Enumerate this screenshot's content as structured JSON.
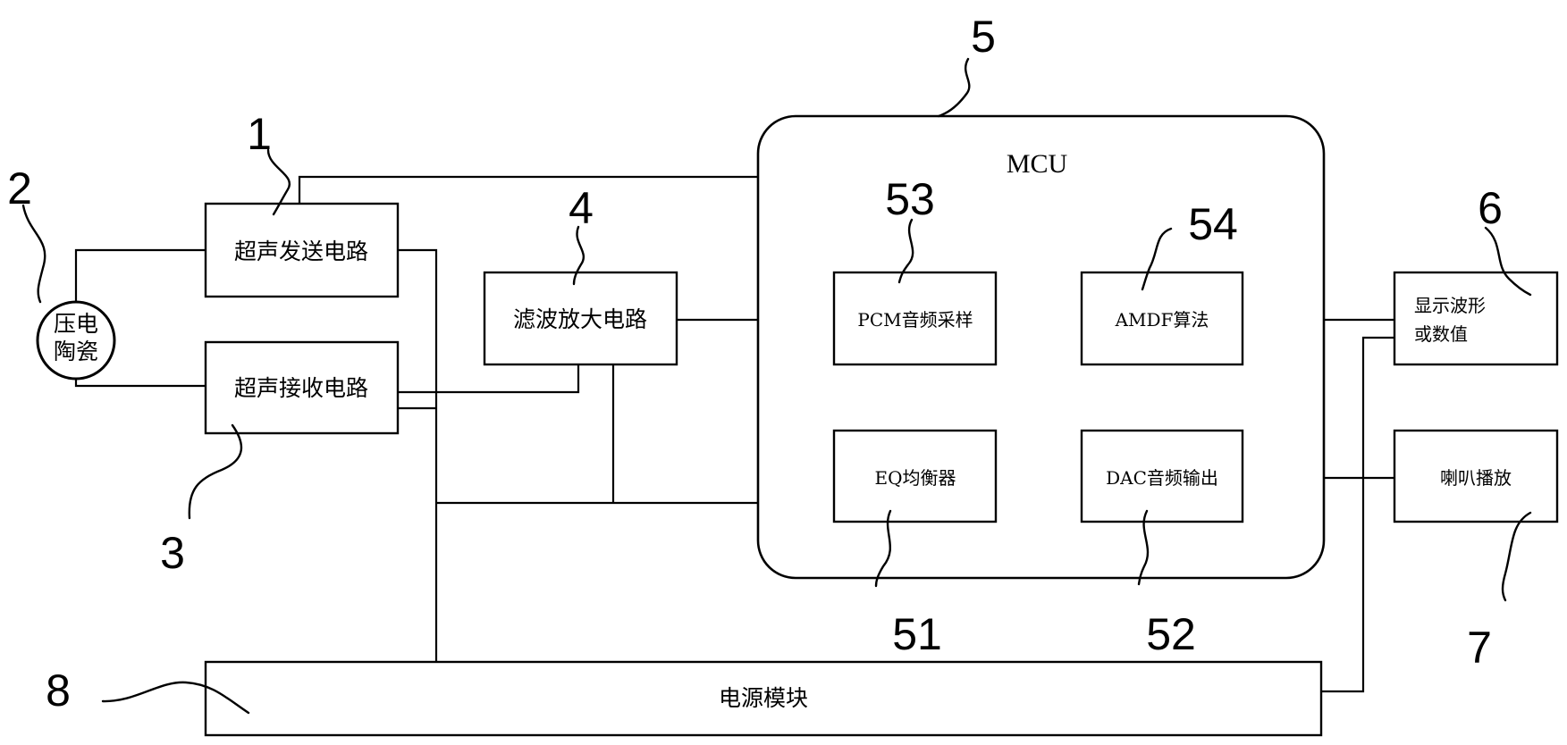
{
  "blocks": {
    "transmit": "超声发送电路",
    "receive": "超声接收电路",
    "piezo_line1": "压电",
    "piezo_line2": "陶瓷",
    "filter_amp": "滤波放大电路",
    "mcu": "MCU",
    "pcm": "PCM音频采样",
    "amdf": "AMDF算法",
    "eq": "EQ均衡器",
    "dac": "DAC音频输出",
    "display_line1": "显示波形",
    "display_line2": "或数值",
    "speaker": "喇叭播放",
    "power": "电源模块"
  },
  "labels": {
    "n1": "1",
    "n2": "2",
    "n3": "3",
    "n4": "4",
    "n5": "5",
    "n6": "6",
    "n7": "7",
    "n8": "8",
    "n51": "51",
    "n52": "52",
    "n53": "53",
    "n54": "54"
  }
}
